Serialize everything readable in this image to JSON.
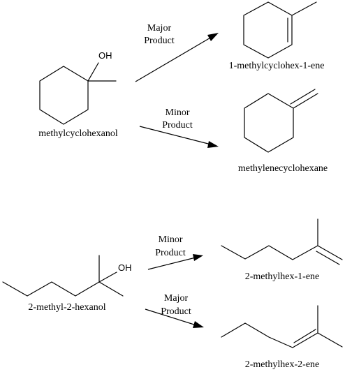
{
  "reaction1": {
    "reactant": {
      "name": "methylcyclohexanol",
      "oh_label": "OH"
    },
    "major": {
      "label_line1": "Major",
      "label_line2": "Product",
      "name": "1-methylcyclohex-1-ene"
    },
    "minor": {
      "label_line1": "Minor",
      "label_line2": "Product",
      "name": "methylenecyclohexane"
    }
  },
  "reaction2": {
    "reactant": {
      "name": "2-methyl-2-hexanol",
      "oh_label": "OH"
    },
    "minor": {
      "label_line1": "Minor",
      "label_line2": "Product",
      "name": "2-methylhex-1-ene"
    },
    "major": {
      "label_line1": "Major",
      "label_line2": "Product",
      "name": "2-methylhex-2-ene"
    }
  }
}
